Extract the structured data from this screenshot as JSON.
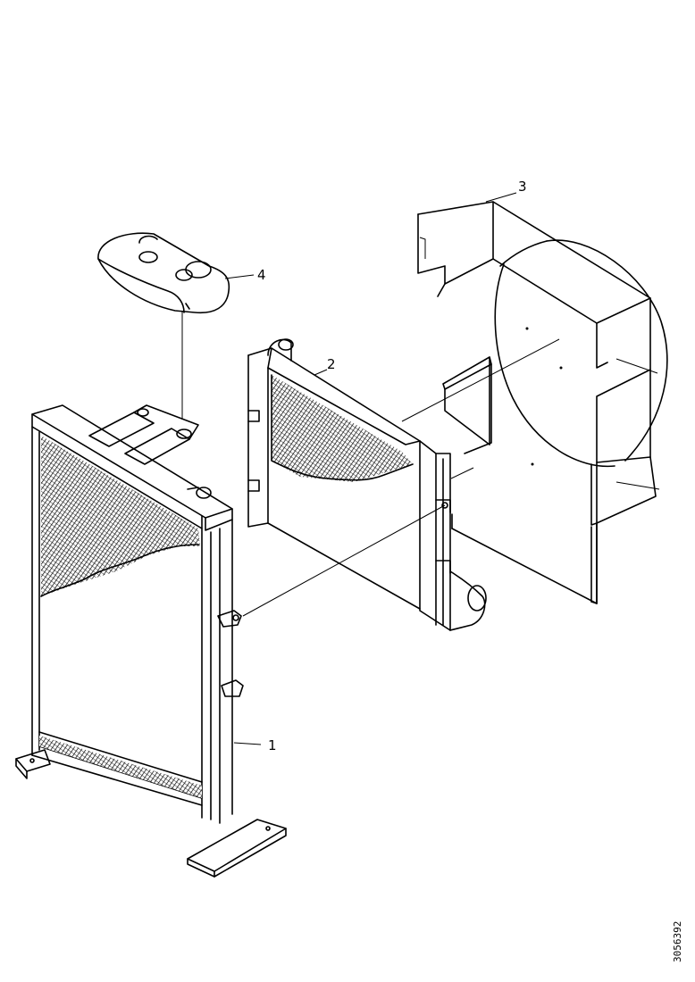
{
  "callouts": {
    "radiator": "1",
    "charge_air_cooler": "2",
    "fan_shroud": "3",
    "expansion_tank": "4"
  },
  "reference_number": "3056392"
}
